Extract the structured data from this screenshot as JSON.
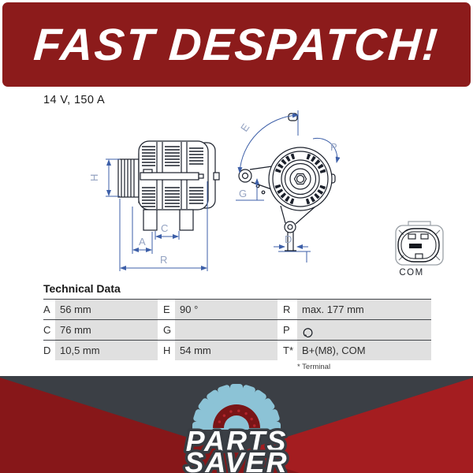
{
  "banner": {
    "text": "FAST DESPATCH!"
  },
  "spec": "14 V, 150 A",
  "diagram": {
    "side_labels": {
      "h": "H",
      "a": "A",
      "c": "C",
      "r": "R"
    },
    "front_labels": {
      "e": "E",
      "g": "G",
      "p": "P",
      "d": "D"
    },
    "connector_label": "COM"
  },
  "table": {
    "title": "Technical Data",
    "rows": [
      {
        "c1k": "A",
        "c1v": "56 mm",
        "c2k": "E",
        "c2v": "90 °",
        "c3k": "R",
        "c3v": "max. 177 mm"
      },
      {
        "c1k": "C",
        "c1v": "76 mm",
        "c2k": "G",
        "c2v": "",
        "c3k": "P",
        "c3v": ""
      },
      {
        "c1k": "D",
        "c1v": "10,5 mm",
        "c2k": "H",
        "c2v": "54 mm",
        "c3k": "T*",
        "c3v": "B+(M8), COM"
      }
    ],
    "footnote": "* Terminal",
    "p_icon": "rotation-direction-icon"
  },
  "footer": {
    "line1": "PARTS",
    "line2": "SAVER"
  },
  "colors": {
    "banner_red": "#8c1b1b",
    "wedge_left": "#871719",
    "wedge_right": "#a41d20",
    "footer_bg": "#3b3f45",
    "gear_blue": "#8cc3d6",
    "disc_red": "#7a1517",
    "disc_dot": "#b3242b",
    "cell_gray": "#e0e0e0",
    "dim_blue": "#3d5fa8",
    "dim_label": "#94a3c2",
    "line_dark": "#1b202b"
  }
}
